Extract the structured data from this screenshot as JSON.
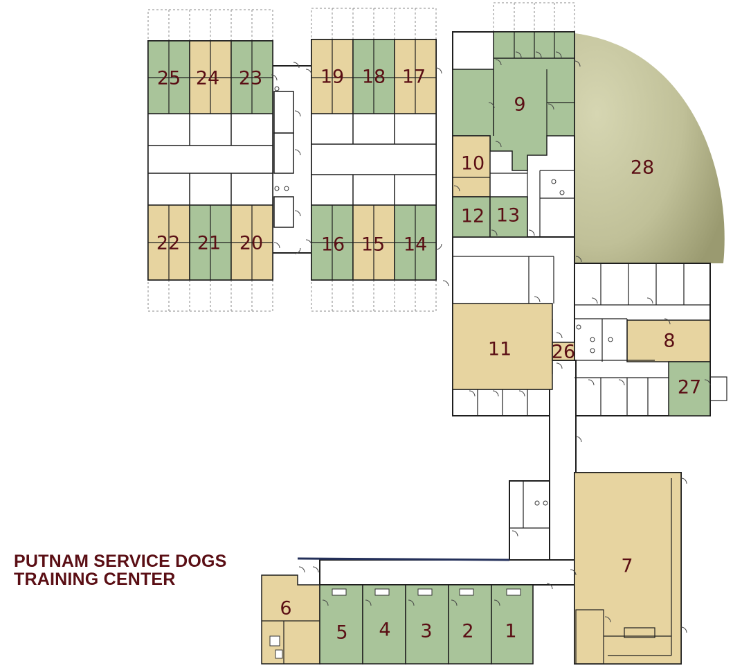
{
  "title": {
    "line1": "PUTNAM SERVICE DOGS",
    "line2": "TRAINING CENTER"
  },
  "colors": {
    "tan": "#e7d4a0",
    "green": "#a9c49a",
    "yard": "#bcbc92",
    "wall": "#1e1e1e",
    "label": "#5a0e14",
    "outdoor_run": "#9a9a9a"
  },
  "rooms": [
    {
      "id": "1",
      "label": "1",
      "fill": "green"
    },
    {
      "id": "2",
      "label": "2",
      "fill": "green"
    },
    {
      "id": "3",
      "label": "3",
      "fill": "green"
    },
    {
      "id": "4",
      "label": "4",
      "fill": "green"
    },
    {
      "id": "5",
      "label": "5",
      "fill": "green"
    },
    {
      "id": "6",
      "label": "6",
      "fill": "tan"
    },
    {
      "id": "7",
      "label": "7",
      "fill": "tan"
    },
    {
      "id": "8",
      "label": "8",
      "fill": "tan"
    },
    {
      "id": "9",
      "label": "9",
      "fill": "green"
    },
    {
      "id": "10",
      "label": "10",
      "fill": "tan"
    },
    {
      "id": "11",
      "label": "11",
      "fill": "tan"
    },
    {
      "id": "12",
      "label": "12",
      "fill": "green"
    },
    {
      "id": "13",
      "label": "13",
      "fill": "green"
    },
    {
      "id": "14",
      "label": "14",
      "fill": "green"
    },
    {
      "id": "15",
      "label": "15",
      "fill": "tan"
    },
    {
      "id": "16",
      "label": "16",
      "fill": "green"
    },
    {
      "id": "17",
      "label": "17",
      "fill": "tan"
    },
    {
      "id": "18",
      "label": "18",
      "fill": "green"
    },
    {
      "id": "19",
      "label": "19",
      "fill": "tan"
    },
    {
      "id": "20",
      "label": "20",
      "fill": "tan"
    },
    {
      "id": "21",
      "label": "21",
      "fill": "green"
    },
    {
      "id": "22",
      "label": "22",
      "fill": "tan"
    },
    {
      "id": "23",
      "label": "23",
      "fill": "green"
    },
    {
      "id": "24",
      "label": "24",
      "fill": "tan"
    },
    {
      "id": "25",
      "label": "25",
      "fill": "green"
    },
    {
      "id": "26",
      "label": "26",
      "fill": "tan"
    },
    {
      "id": "27",
      "label": "27",
      "fill": "green"
    },
    {
      "id": "28",
      "label": "28",
      "fill": "yard"
    }
  ]
}
